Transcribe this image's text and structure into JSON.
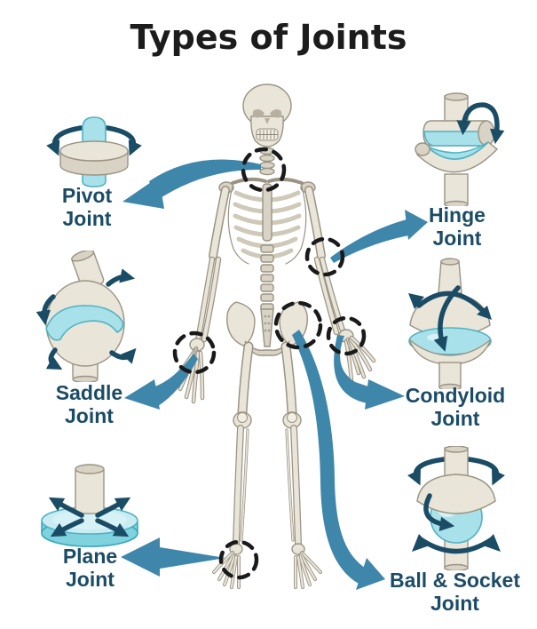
{
  "title": "Types of Joints",
  "joints": {
    "pivot": {
      "line1": "Pivot",
      "line2": "Joint",
      "icon": "pivot-joint-icon"
    },
    "saddle": {
      "line1": "Saddle",
      "line2": "Joint",
      "icon": "saddle-joint-icon"
    },
    "plane": {
      "line1": "Plane",
      "line2": "Joint",
      "icon": "plane-joint-icon"
    },
    "hinge": {
      "line1": "Hinge",
      "line2": "Joint",
      "icon": "hinge-joint-icon"
    },
    "condyloid": {
      "line1": "Condyloid",
      "line2": "Joint",
      "icon": "condyloid-joint-icon"
    },
    "ball_socket": {
      "line1": "Ball & Socket",
      "line2": "Joint",
      "icon": "ball-and-socket-joint-icon"
    }
  },
  "body_markers": [
    "neck",
    "elbow",
    "wrist-left",
    "wrist-right",
    "hip",
    "ankle"
  ],
  "colors": {
    "title_text": "#1c1c1c",
    "label_text": "#1b4c66",
    "arrow_navy": "#1b4c66",
    "connector_teal": "#3e86aa",
    "joint_cyan": "#a9e1ea",
    "joint_cyan_deep": "#7fd2de",
    "bone_light": "#e9e5d9",
    "bone_mid": "#d9d3c5",
    "bone_dark": "#c2bbaa",
    "bone_outline": "#9a9383",
    "marker_dash": "#1a1a1a"
  }
}
